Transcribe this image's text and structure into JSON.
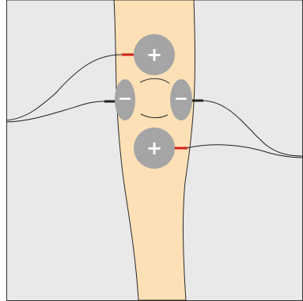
{
  "colors": {
    "background": "#e9e9e9",
    "frame": "#333333",
    "skin": "#fde0b6",
    "skin_outline": "#2b2b2b",
    "electrode": "#a5a5a5",
    "electrode_sign": "#ffffff",
    "wire": "#1e1e1e",
    "positive_connector": "#d4201a",
    "negative_connector": "#222222"
  },
  "electrodes": [
    {
      "id": "upper-positive",
      "polarity": "positive",
      "symbol": "+",
      "shape": "circle"
    },
    {
      "id": "left-negative",
      "polarity": "negative",
      "symbol": "−",
      "shape": "ellipse"
    },
    {
      "id": "right-negative",
      "polarity": "negative",
      "symbol": "−",
      "shape": "ellipse"
    },
    {
      "id": "lower-positive",
      "polarity": "positive",
      "symbol": "+",
      "shape": "circle"
    }
  ],
  "icons": [
    "plus-icon",
    "minus-icon"
  ]
}
